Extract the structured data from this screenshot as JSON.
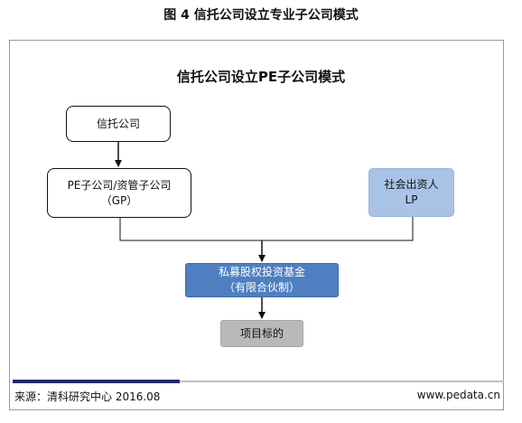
{
  "figure_title": "图 4 信托公司设立专业子公司模式",
  "diagram_title": "信托公司设立PE子公司模式",
  "nodes": {
    "trust_company": "信托公司",
    "pe_subsidiary_line1": "PE子公司/资管子公司",
    "pe_subsidiary_line2": "（GP）",
    "social_investor_line1": "社会出资人",
    "social_investor_line2": "LP",
    "fund_line1": "私募股权投资基金",
    "fund_line2": "（有限合伙制）",
    "target": "项目标的"
  },
  "footer": {
    "source": "来源：清科研究中心  2016.08",
    "website": "www.pedata.cn"
  },
  "colors": {
    "lp_fill": "#a9c3e7",
    "fund_fill": "#4f7fc0",
    "target_fill": "#b9b9b9",
    "footer_bar": "#1f2a6b"
  }
}
